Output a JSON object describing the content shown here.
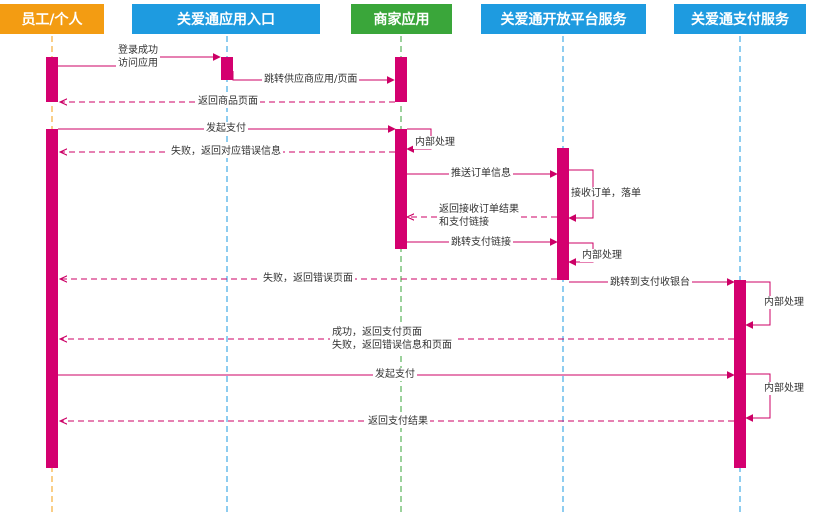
{
  "participants": [
    {
      "id": "p1",
      "name": "员工/个人",
      "color": "#f39c12"
    },
    {
      "id": "p2",
      "name": "关爱通应用入口",
      "color": "#1e9be0"
    },
    {
      "id": "p3",
      "name": "商家应用",
      "color": "#3aa63a"
    },
    {
      "id": "p4",
      "name": "关爱通开放平台服务",
      "color": "#1e9be0"
    },
    {
      "id": "p5",
      "name": "关爱通支付服务",
      "color": "#1e9be0"
    }
  ],
  "colors": {
    "message": "#cc0066",
    "activation": "#d4006f",
    "lifeline_p1": "#f39c12",
    "lifeline_p3": "#3aa63a",
    "lifeline_default": "#1e9be0"
  },
  "messages": [
    {
      "id": "m1",
      "label": "登录成功\n访问应用"
    },
    {
      "id": "m2",
      "label": "跳转供应商应用/页面"
    },
    {
      "id": "m3",
      "label": "返回商品页面"
    },
    {
      "id": "m4",
      "label": "发起支付"
    },
    {
      "id": "m5",
      "label": "内部处理"
    },
    {
      "id": "m6",
      "label": "失败，返回对应错误信息"
    },
    {
      "id": "m7",
      "label": "推送订单信息"
    },
    {
      "id": "m8",
      "label": "接收订单，落单"
    },
    {
      "id": "m9",
      "label": "返回接收订单结果\n和支付链接"
    },
    {
      "id": "m10",
      "label": "跳转支付链接"
    },
    {
      "id": "m11",
      "label": "内部处理"
    },
    {
      "id": "m12",
      "label": "失败，返回错误页面"
    },
    {
      "id": "m13",
      "label": "跳转到支付收银台"
    },
    {
      "id": "m14",
      "label": "内部处理"
    },
    {
      "id": "m15",
      "label": "成功，返回支付页面\n失败，返回错误信息和页面"
    },
    {
      "id": "m16",
      "label": "发起支付"
    },
    {
      "id": "m17",
      "label": "内部处理"
    },
    {
      "id": "m18",
      "label": "返回支付结果"
    }
  ]
}
